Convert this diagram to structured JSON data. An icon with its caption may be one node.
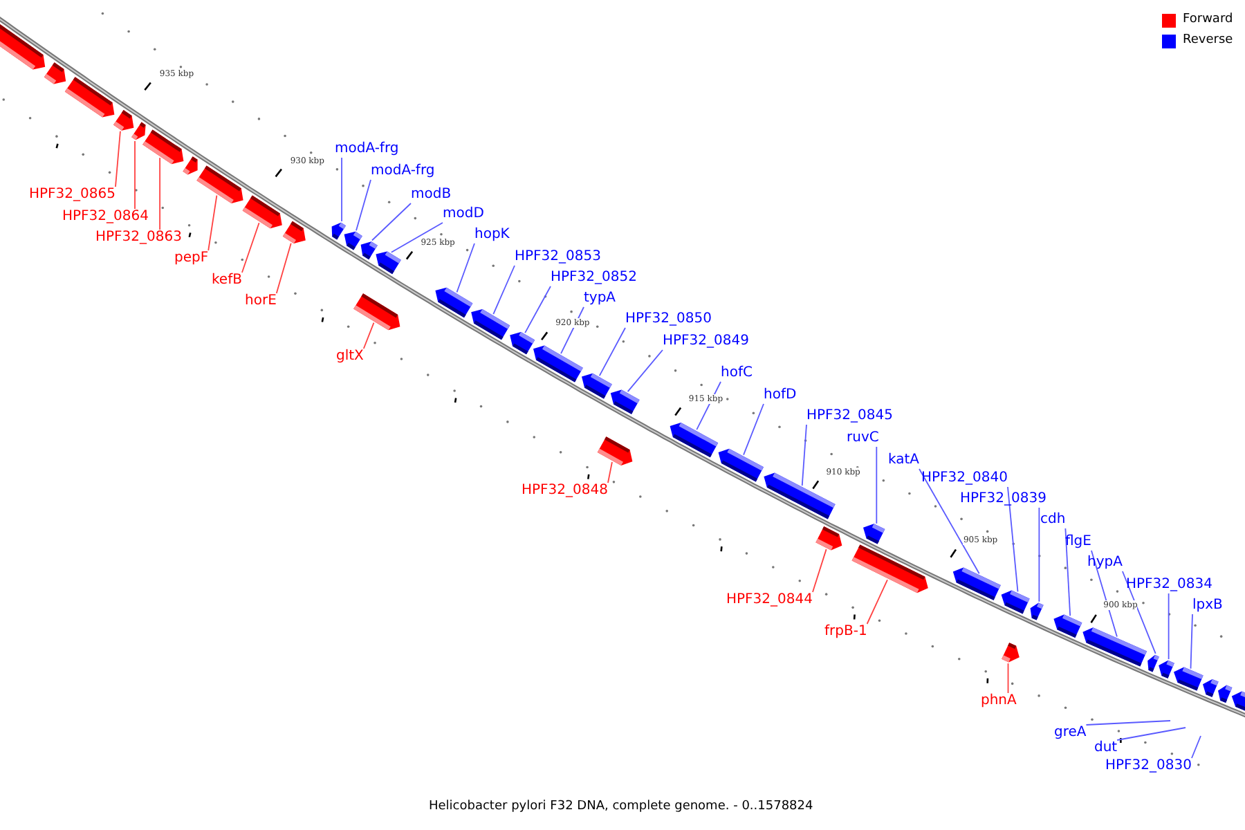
{
  "diagram": {
    "caption": "Helicobacter pylori F32 DNA, complete genome. - 0..1578824",
    "nodes": [
      {
        "text": [],
        "shape": "bar"
      },
      {
        "text": [],
        "shape": "bar"
      },
      {
        "text": [],
        "shape": "bar"
      },
      {
        "text": [],
        "shape": "bar"
      },
      {
        "text": [],
        "shape": "bar"
      },
      {
        "text": [],
        "shape": "bar"
      },
      {
        "text": [],
        "shape": "bar"
      },
      {
        "text": [],
        "shape": "bar"
      },
      {
        "text": [],
        "shape": "bar"
      },
      {
        "text": [],
        "shape": "bar"
      },
      {
        "text": [],
        "shape": "bar"
      },
      {
        "text": [],
        "shape": "bar"
      },
      {
        "text": [],
        "shape": "bar"
      },
      {
        "text": [],
        "shape": "bar"
      },
      {
        "text": [],
        "shape": "bar"
      },
      {
        "text": [],
        "shape": "bar"
      },
      {
        "text": [],
        "shape": "bar"
      },
      {
        "text": [],
        "shape": "bar"
      },
      {
        "text": [],
        "shape": "bar"
      },
      {
        "text": [],
        "shape": "bar"
      },
      {
        "text": [],
        "shape": "bar"
      },
      {
        "text": [],
        "shape": "bar"
      },
      {
        "text": [],
        "shape": "bar"
      },
      {
        "text": [],
        "shape": "bar"
      },
      {
        "text": [],
        "shape": "bar"
      },
      {
        "text": [],
        "shape": "bar"
      },
      {
        "text": [],
        "shape": "bar"
      },
      {
        "text": [],
        "shape": "bar"
      },
      {
        "text": [],
        "shape": "bar"
      },
      {
        "text": [],
        "shape": "bar"
      },
      {
        "text": [],
        "shape": "bar"
      },
      {
        "text": [],
        "shape": "bar"
      },
      {
        "text": [],
        "shape": "bar"
      },
      {
        "text": [],
        "shape": "bar"
      },
      {
        "text": [],
        "shape": "bar"
      },
      {
        "text": [],
        "shape": "bar"
      },
      {
        "text": [],
        "shape": "bar"
      },
      {
        "text": [],
        "shape": "bar"
      },
      {
        "text": [],
        "shape": "bar"
      },
      {
        "text": [],
        "shape": "bar"
      },
      {
        "text": [
          "modA-frg"
        ]
      },
      {
        "text": [
          "modA-frg"
        ]
      },
      {
        "text": [
          "HPF32_0865"
        ]
      },
      {
        "text": [
          "modB"
        ]
      },
      {
        "text": [
          "modD"
        ]
      },
      {
        "text": [
          "HPF32_0864"
        ]
      },
      {
        "text": [
          "hopK"
        ]
      },
      {
        "text": [
          "HPF32_0863"
        ]
      },
      {
        "text": [
          "HPF32_0853"
        ]
      },
      {
        "text": [
          "pepF"
        ]
      },
      {
        "text": [
          "HPF32_0852"
        ]
      },
      {
        "text": [
          "kefB"
        ]
      },
      {
        "text": [
          "typA"
        ]
      },
      {
        "text": [
          "horE"
        ]
      },
      {
        "text": [
          "HPF32_0850"
        ]
      },
      {
        "text": [
          "HPF32_0849"
        ]
      },
      {
        "text": [
          "gltX"
        ]
      },
      {
        "text": [
          "hofC"
        ]
      },
      {
        "text": [
          "hofD"
        ]
      },
      {
        "text": [
          "HPF32_0845"
        ]
      },
      {
        "text": [
          "ruvC"
        ]
      },
      {
        "text": [
          "katA"
        ]
      },
      {
        "text": [
          "HPF32_0840"
        ]
      },
      {
        "text": [
          "HPF32_0848"
        ]
      },
      {
        "text": [
          "HPF32_0839"
        ]
      },
      {
        "text": [
          "cdh"
        ]
      },
      {
        "text": [
          "flgE"
        ]
      },
      {
        "text": [
          "hypA"
        ]
      },
      {
        "text": [
          "HPF32_0834"
        ]
      },
      {
        "text": [
          "lpxB"
        ]
      },
      {
        "text": [
          "HPF32_0844"
        ]
      },
      {
        "text": [
          "frpB-1"
        ]
      },
      {
        "text": [
          "phnA"
        ]
      },
      {
        "text": [
          "greA"
        ]
      },
      {
        "text": [
          "dut"
        ]
      },
      {
        "text": [
          "HPF32_0830"
        ]
      }
    ],
    "edges": [
      {
        "from": 40,
        "to": 10,
        "arrow": "none"
      },
      {
        "from": 41,
        "to": 11,
        "arrow": "none"
      },
      {
        "from": 42,
        "to": 3,
        "arrow": "none",
        "color": "#ff4040"
      },
      {
        "from": 43,
        "to": 12,
        "arrow": "none"
      },
      {
        "from": 44,
        "to": 13,
        "arrow": "none"
      },
      {
        "from": 45,
        "to": 4,
        "arrow": "none",
        "color": "#ff4040"
      },
      {
        "from": 46,
        "to": 15,
        "arrow": "none"
      },
      {
        "from": 47,
        "to": 5,
        "arrow": "none",
        "color": "#ff4040"
      },
      {
        "from": 48,
        "to": 16,
        "arrow": "none"
      },
      {
        "from": 49,
        "to": 7,
        "arrow": "none",
        "color": "#ff4040"
      },
      {
        "from": 50,
        "to": 17,
        "arrow": "none"
      },
      {
        "from": 51,
        "to": 8,
        "arrow": "none",
        "color": "#ff4040"
      },
      {
        "from": 52,
        "to": 18,
        "arrow": "none"
      },
      {
        "from": 53,
        "to": 9,
        "arrow": "none",
        "color": "#ff4040"
      },
      {
        "from": 54,
        "to": 19,
        "arrow": "none"
      },
      {
        "from": 55,
        "to": 20,
        "arrow": "none"
      },
      {
        "from": 56,
        "to": 14,
        "arrow": "none",
        "color": "#ff4040"
      },
      {
        "from": 57,
        "to": 22,
        "arrow": "none"
      },
      {
        "from": 58,
        "to": 23,
        "arrow": "none"
      },
      {
        "from": 59,
        "to": 24,
        "arrow": "none"
      },
      {
        "from": 60,
        "to": 26,
        "arrow": "none"
      },
      {
        "from": 61,
        "to": 28,
        "arrow": "none"
      },
      {
        "from": 62,
        "to": 29,
        "arrow": "none"
      },
      {
        "from": 63,
        "to": 21,
        "arrow": "none",
        "color": "#ff4040"
      },
      {
        "from": 64,
        "to": 30,
        "arrow": "none"
      },
      {
        "from": 65,
        "to": 32,
        "arrow": "none"
      },
      {
        "from": 66,
        "to": 33,
        "arrow": "none"
      },
      {
        "from": 67,
        "to": 34,
        "arrow": "none"
      },
      {
        "from": 68,
        "to": 35,
        "arrow": "none"
      },
      {
        "from": 69,
        "to": 36,
        "arrow": "none"
      },
      {
        "from": 70,
        "to": 25,
        "arrow": "none",
        "color": "#ff4040"
      },
      {
        "from": 71,
        "to": 27,
        "arrow": "none",
        "color": "#ff4040"
      },
      {
        "from": 72,
        "to": 31,
        "arrow": "none",
        "color": "#ff4040"
      },
      {
        "from": 73,
        "to": null,
        "arrow": "none"
      },
      {
        "from": 74,
        "to": null,
        "arrow": "none"
      },
      {
        "from": 75,
        "to": null,
        "arrow": "none"
      }
    ],
    "labels": [
      "935 kbp",
      "930 kbp",
      "925 kbp",
      "920 kbp",
      "915 kbp",
      "910 kbp",
      "905 kbp",
      "900 kbp"
    ],
    "legend": [
      {
        "text": "Forward",
        "color": "#ff0000"
      },
      {
        "text": "Reverse",
        "color": "#0000ff"
      }
    ]
  }
}
